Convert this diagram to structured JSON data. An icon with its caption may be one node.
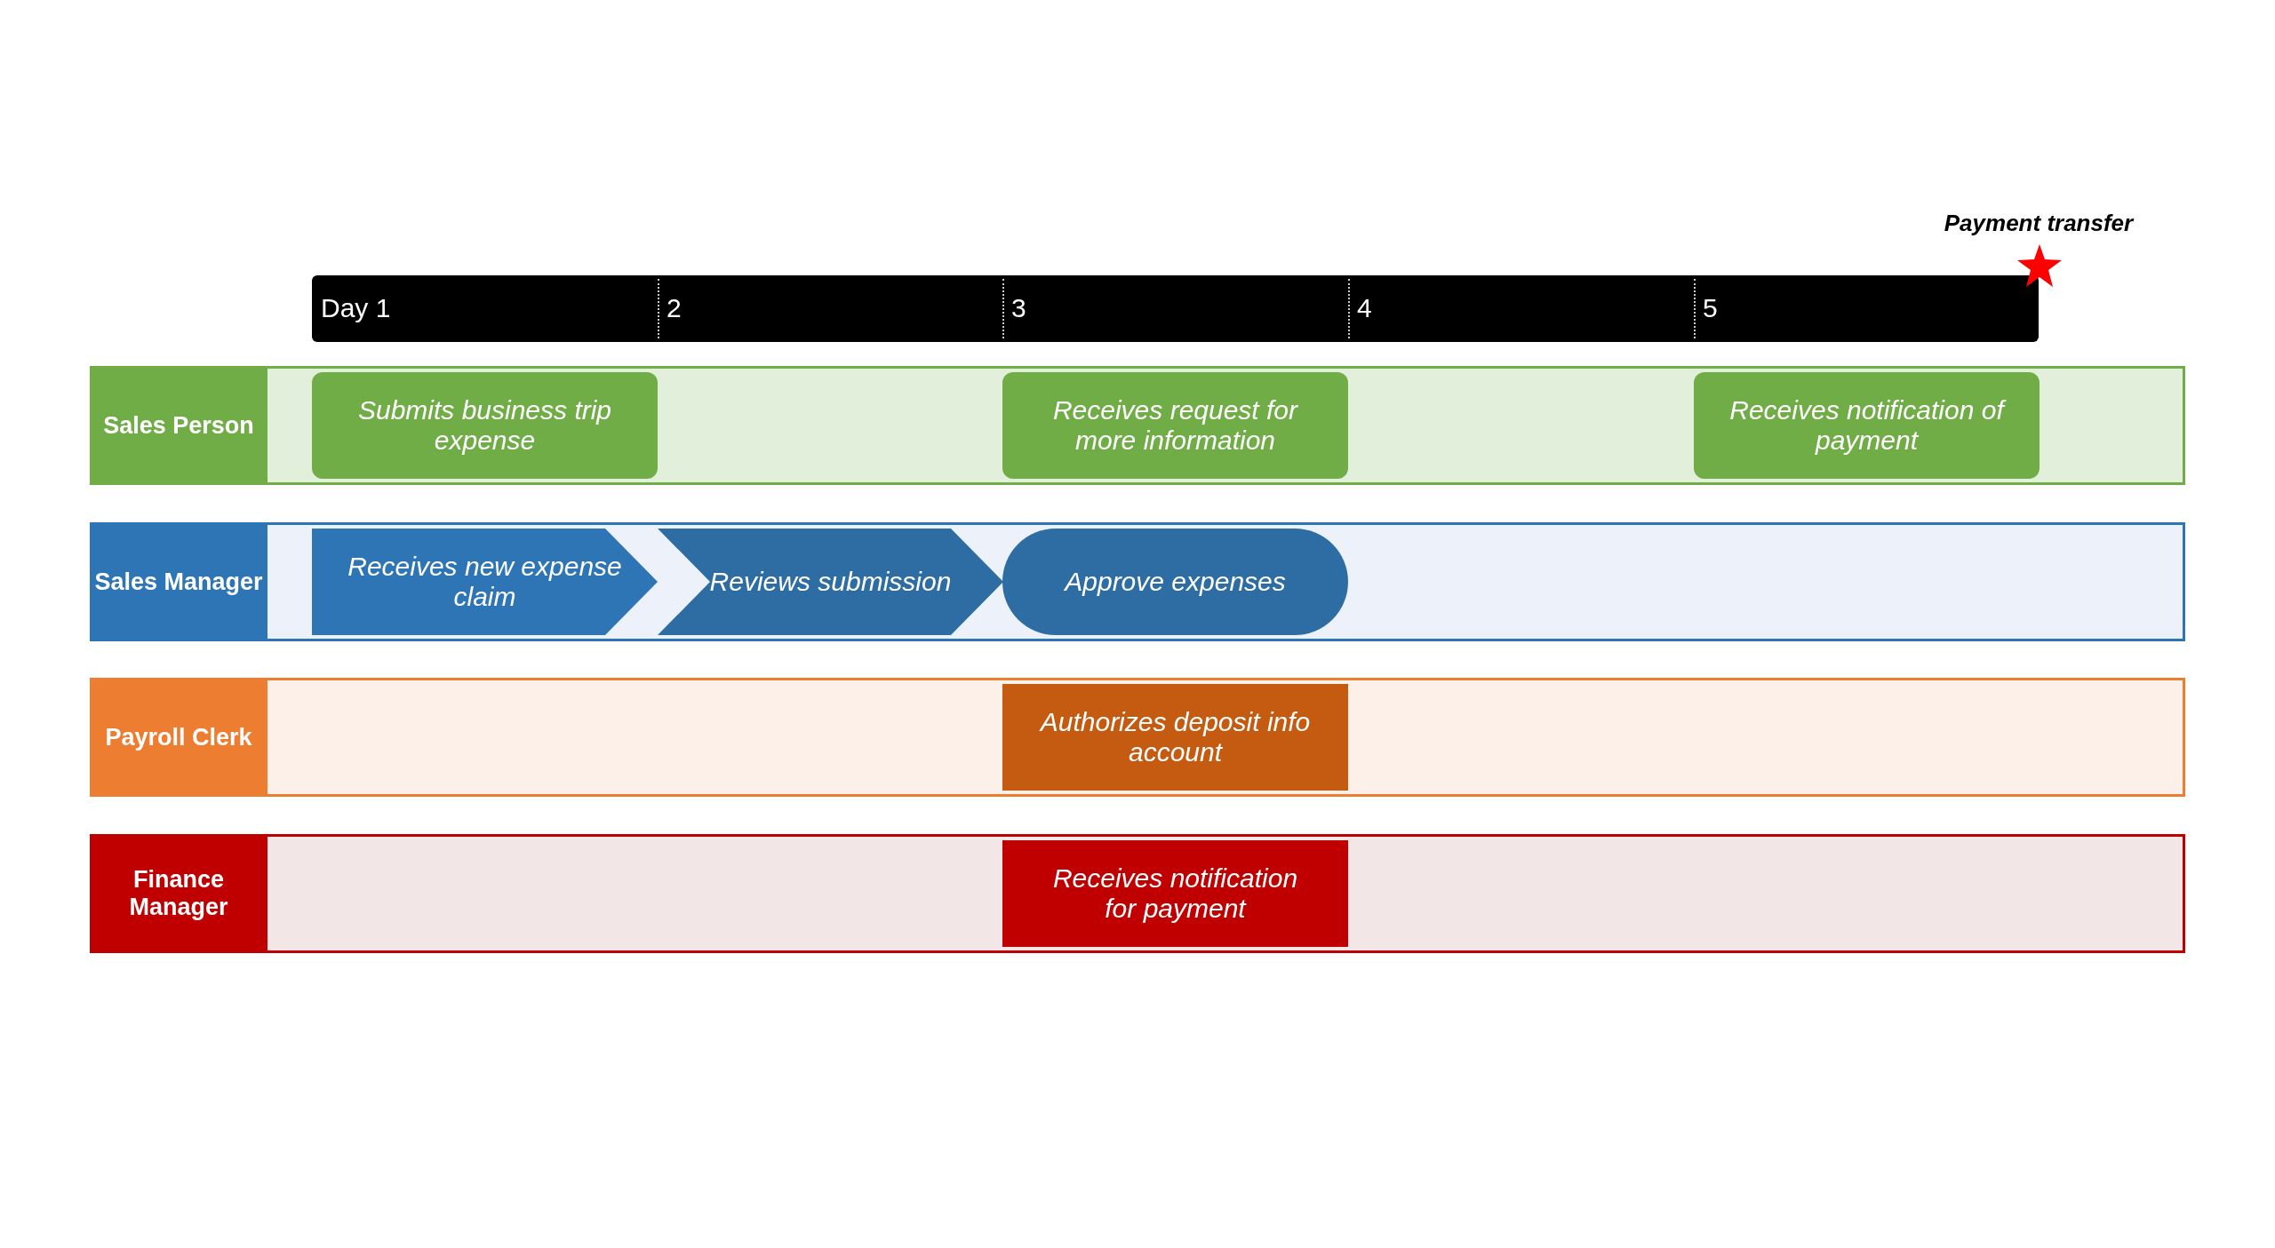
{
  "diagram": {
    "nodes": [
      {
        "text": [
          "Sales Person"
        ]
      },
      {
        "text": [
          "Submits business trip expense"
        ],
        "in": 0
      },
      {
        "text": [
          "Receives request for more information"
        ],
        "in": 0
      },
      {
        "text": [
          "Receives notification of payment"
        ],
        "in": 0
      },
      {
        "text": [
          "Sales Manager"
        ]
      },
      {
        "text": [
          "Receives new expense claim"
        ],
        "in": 4
      },
      {
        "text": [
          "Reviews submission"
        ],
        "in": 4
      },
      {
        "text": [
          "Approve expenses"
        ],
        "in": 4
      },
      {
        "text": [
          "Payroll Clerk"
        ]
      },
      {
        "text": [
          "Authorizes deposit info account"
        ],
        "in": 8
      },
      {
        "text": [
          "Finance Manager"
        ]
      },
      {
        "text": [
          "Receives notification for payment"
        ],
        "in": 10
      }
    ],
    "labels": [
      "Payment transfer",
      "Day 1",
      "2",
      "3",
      "4",
      "5"
    ]
  }
}
